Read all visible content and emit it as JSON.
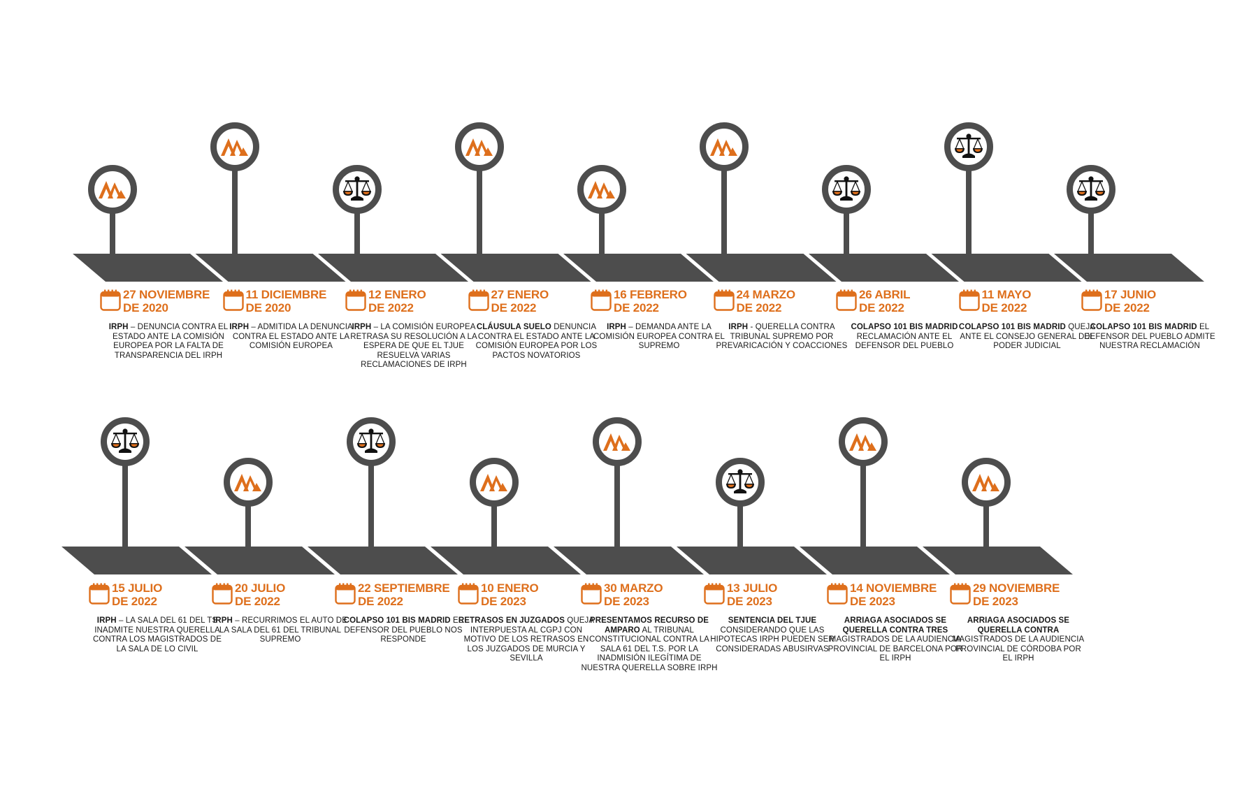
{
  "colors": {
    "accent": "#de6f1c",
    "track": "#4d4d4d",
    "text": "#1a1a1a"
  },
  "rows": [
    {
      "events": [
        {
          "icon": "logo",
          "pin": "low",
          "date_line1": "27 NOVIEMBRE",
          "date_line2": "DE 2020",
          "bold": "IRPH",
          "text": " – DENUNCIA CONTRA EL ESTADO ANTE LA COMISIÓN EUROPEA POR LA FALTA DE TRANSPARENCIA DEL IRPH"
        },
        {
          "icon": "logo",
          "pin": "high",
          "date_line1": "11 DICIEMBRE",
          "date_line2": "DE 2020",
          "bold": "IRPH",
          "text": " – ADMITIDA LA DENUNCIA CONTRA EL ESTADO ANTE LA COMISIÓN EUROPEA"
        },
        {
          "icon": "scales",
          "pin": "low",
          "date_line1": "12 ENERO",
          "date_line2": "DE 2022",
          "bold": "IRPH",
          "text": " – LA COMISIÓN EUROPEA RETRASA SU RESOLUCIÓN A LA ESPERA DE QUE EL TJUE RESUELVA VARIAS RECLAMACIONES DE IRPH"
        },
        {
          "icon": "logo",
          "pin": "high",
          "date_line1": "27 ENERO",
          "date_line2": "DE 2022",
          "bold": "CLÁUSULA SUELO",
          "text": " DENUNCIA CONTRA EL ESTADO ANTE LA COMISIÓN EUROPEA POR LOS PACTOS NOVATORIOS"
        },
        {
          "icon": "logo",
          "pin": "low",
          "date_line1": "16 FEBRERO",
          "date_line2": "DE 2022",
          "bold": "IRPH",
          "text": " – DEMANDA ANTE LA COMISIÓN EUROPEA CONTRA EL SUPREMO"
        },
        {
          "icon": "logo",
          "pin": "high",
          "date_line1": "24 MARZO",
          "date_line2": "DE 2022",
          "bold": "IRPH",
          "text": " - QUERELLA CONTRA TRIBUNAL SUPREMO POR PREVARICACIÓN Y COACCIONES"
        },
        {
          "icon": "scales",
          "pin": "low",
          "date_line1": "26 ABRIL",
          "date_line2": "DE 2022",
          "bold": "COLAPSO 101 BIS MADRID",
          "text": " RECLAMACIÓN ANTE EL DEFENSOR DEL PUEBLO"
        },
        {
          "icon": "scales",
          "pin": "high",
          "date_line1": "11 MAYO",
          "date_line2": "DE 2022",
          "bold": "COLAPSO 101 BIS MADRID",
          "text": " QUEJA ANTE EL CONSEJO GENERAL DEL PODER JUDICIAL"
        },
        {
          "icon": "scales",
          "pin": "low",
          "date_line1": "17 JUNIO",
          "date_line2": "DE 2022",
          "bold": "COLAPSO 101 BIS MADRID",
          "text": " EL DEFENSOR DEL PUEBLO ADMITE NUESTRA RECLAMACIÓN"
        }
      ]
    },
    {
      "events": [
        {
          "icon": "scales",
          "pin": "high",
          "date_line1": "15 JULIO",
          "date_line2": "DE 2022",
          "bold": "IRPH",
          "text": " – LA SALA DEL 61 DEL TS INADMITE NUESTRA QUERELLA CONTRA LOS MAGISTRADOS DE LA SALA DE LO CIVIL"
        },
        {
          "icon": "logo",
          "pin": "low",
          "date_line1": "20 JULIO",
          "date_line2": "DE 2022",
          "bold": "IRPH",
          "text": " – RECURRIMOS EL AUTO DE LA SALA DEL 61 DEL TRIBUNAL SUPREMO"
        },
        {
          "icon": "scales",
          "pin": "high",
          "date_line1": "22 SEPTIEMBRE",
          "date_line2": "DE 2022",
          "bold": "COLAPSO 101 BIS MADRID",
          "text": " EL DEFENSOR DEL PUEBLO NOS RESPONDE"
        },
        {
          "icon": "logo",
          "pin": "low",
          "date_line1": "10 ENERO",
          "date_line2": "DE 2023",
          "bold": "RETRASOS EN JUZGADOS",
          "text": " QUEJA INTERPUESTA AL CGPJ CON MOTIVO DE LOS RETRASOS EN LOS JUZGADOS DE MURCIA Y SEVILLA"
        },
        {
          "icon": "logo",
          "pin": "high",
          "date_line1": "30 MARZO",
          "date_line2": "DE 2023",
          "bold": "PRESENTAMOS RECURSO DE AMPARO",
          "text": " AL TRIBUNAL CONSTITUCIONAL CONTRA LA SALA 61 DEL T.S. POR LA INADMISIÓN ILEGÍTIMA DE NUESTRA QUERELLA SOBRE IRPH"
        },
        {
          "icon": "scales",
          "pin": "low",
          "date_line1": "13 JULIO",
          "date_line2": "DE 2023",
          "bold": "SENTENCIA DEL TJUE",
          "text": " CONSIDERANDO QUE LAS HIPOTECAS IRPH PUEDEN SER CONSIDERADAS ABUSIRVAS"
        },
        {
          "icon": "logo",
          "pin": "high",
          "date_line1": "14 NOVIEMBRE",
          "date_line2": "DE 2023",
          "bold": "ARRIAGA ASOCIADOS SE QUERELLA CONTRA TRES",
          "text": " MAGISTRADOS DE LA AUDIENCIA PROVINCIAL DE BARCELONA POR EL IRPH"
        },
        {
          "icon": "logo",
          "pin": "low",
          "date_line1": "29 NOVIEMBRE",
          "date_line2": "DE 2023",
          "bold": "ARRIAGA ASOCIADOS SE QUERELLA CONTRA",
          "text": " MAGISTRADOS DE LA AUDIENCIA PROVINCIAL DE CÓRDOBA POR EL IRPH"
        }
      ]
    }
  ]
}
